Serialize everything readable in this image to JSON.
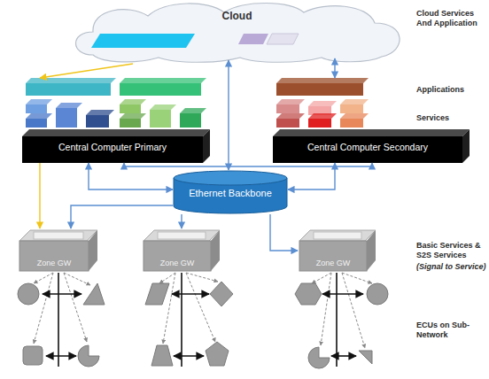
{
  "diagram": {
    "nodes": [
      {
        "text": [
          "Cloud"
        ]
      },
      {
        "text": [
          "Central Computer Primary"
        ]
      },
      {
        "text": [
          "Central Computer Secondary"
        ]
      },
      {
        "text": [
          "Ethernet Backbone"
        ]
      },
      {
        "text": [
          "Zone GW"
        ]
      },
      {
        "text": [
          "Zone GW"
        ]
      },
      {
        "text": [
          "Zone GW"
        ]
      }
    ],
    "edges": [
      {
        "from": 0,
        "to": 1,
        "arrow": "to"
      },
      {
        "from": 0,
        "to": 2,
        "arrow": "both"
      },
      {
        "from": 0,
        "to": 3,
        "arrow": "both"
      },
      {
        "from": 1,
        "to": 2,
        "arrow": "both"
      },
      {
        "from": 3,
        "to": 1,
        "arrow": "both"
      },
      {
        "from": 3,
        "to": 2,
        "arrow": "both"
      },
      {
        "from": 3,
        "to": 4,
        "arrow": "to"
      },
      {
        "from": 3,
        "to": 5,
        "arrow": "to"
      },
      {
        "from": 3,
        "to": 6,
        "arrow": "to"
      },
      {
        "from": 1,
        "to": 4,
        "arrow": "to"
      }
    ],
    "labels": [
      "Cloud Services And Application",
      "Applications",
      "Services",
      "Basic Services & S2S Services",
      "(Signal to Service)",
      "ECUs on Sub-Network"
    ]
  }
}
